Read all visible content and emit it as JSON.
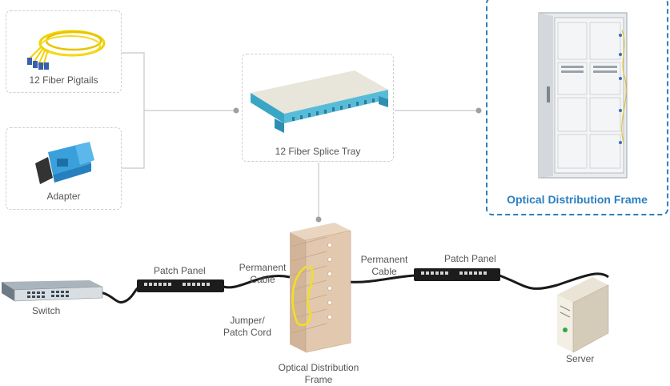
{
  "components": {
    "pigtails": {
      "label": "12 Fiber Pigtails"
    },
    "adapter": {
      "label": "Adapter"
    },
    "splice_tray": {
      "label": "12 Fiber Splice Tray"
    },
    "odf_featured": {
      "label": "Optical Distribution Frame"
    }
  },
  "network": {
    "switch": {
      "label": "Switch"
    },
    "patch_panel_left": {
      "label": "Patch Panel"
    },
    "permanent_cable_left": {
      "line1": "Permanent",
      "line2": "Cable"
    },
    "jumper": {
      "line1": "Jumper/",
      "line2": "Patch Cord"
    },
    "odf_bottom": {
      "line1": "Optical Distribution",
      "line2": "Frame"
    },
    "permanent_cable_right": {
      "line1": "Permanent",
      "line2": "Cable"
    },
    "patch_panel_right": {
      "label": "Patch Panel"
    },
    "server": {
      "label": "Server"
    }
  },
  "colors": {
    "accent": "#2b7fc0",
    "connector_line": "#c8c8c8",
    "connector_dot": "#a0a0a0",
    "cable": "#1a1a1a",
    "jumper": "#f2e020",
    "fiber": "#f2d200",
    "teal": "#3aa6c6"
  }
}
